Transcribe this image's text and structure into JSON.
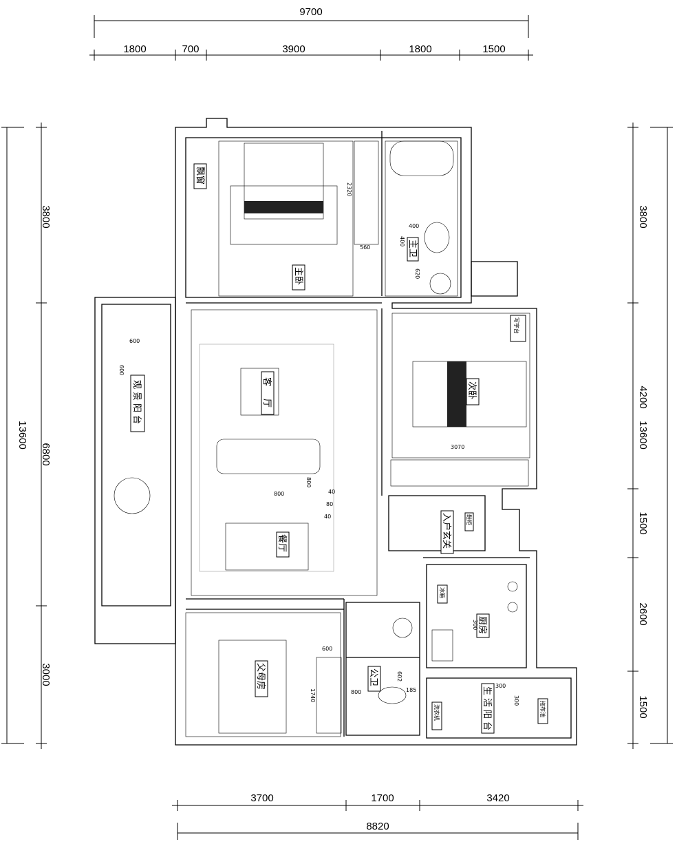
{
  "dimensions": {
    "top_total": "9700",
    "top_segments": [
      "1800",
      "700",
      "3900",
      "1800",
      "1500"
    ],
    "left_total": "13600",
    "left_segments": [
      "3800",
      "6800",
      "3000"
    ],
    "right_total": "13600",
    "right_segments": [
      "3800",
      "4200",
      "1500",
      "2600",
      "1500"
    ],
    "bottom_segments": [
      "3700",
      "1700",
      "3420"
    ],
    "bottom_total": "8820"
  },
  "rooms": {
    "bay_window": "飘窗",
    "master_bedroom": "主卧",
    "master_bath": "主卫",
    "living_room": "客厅",
    "dining_room": "餐厅",
    "view_balcony": "观景阳台",
    "second_bedroom": "次卧",
    "desk": "写字台",
    "entrance": "入户玄关",
    "shoe_cabinet": "鞋柜",
    "kitchen": "厨房",
    "fridge": "冰箱",
    "parents_room": "父母房",
    "public_bath": "公卫",
    "utility_balcony": "生活阳台",
    "washer": "洗衣机",
    "mop_sink": "拖布池"
  },
  "annotations": [
    "600",
    "600",
    "800",
    "800",
    "40",
    "80",
    "40",
    "2320",
    "400",
    "400",
    "620",
    "3070",
    "300",
    "300",
    "300",
    "600",
    "1740",
    "602",
    "185",
    "800",
    "560"
  ]
}
